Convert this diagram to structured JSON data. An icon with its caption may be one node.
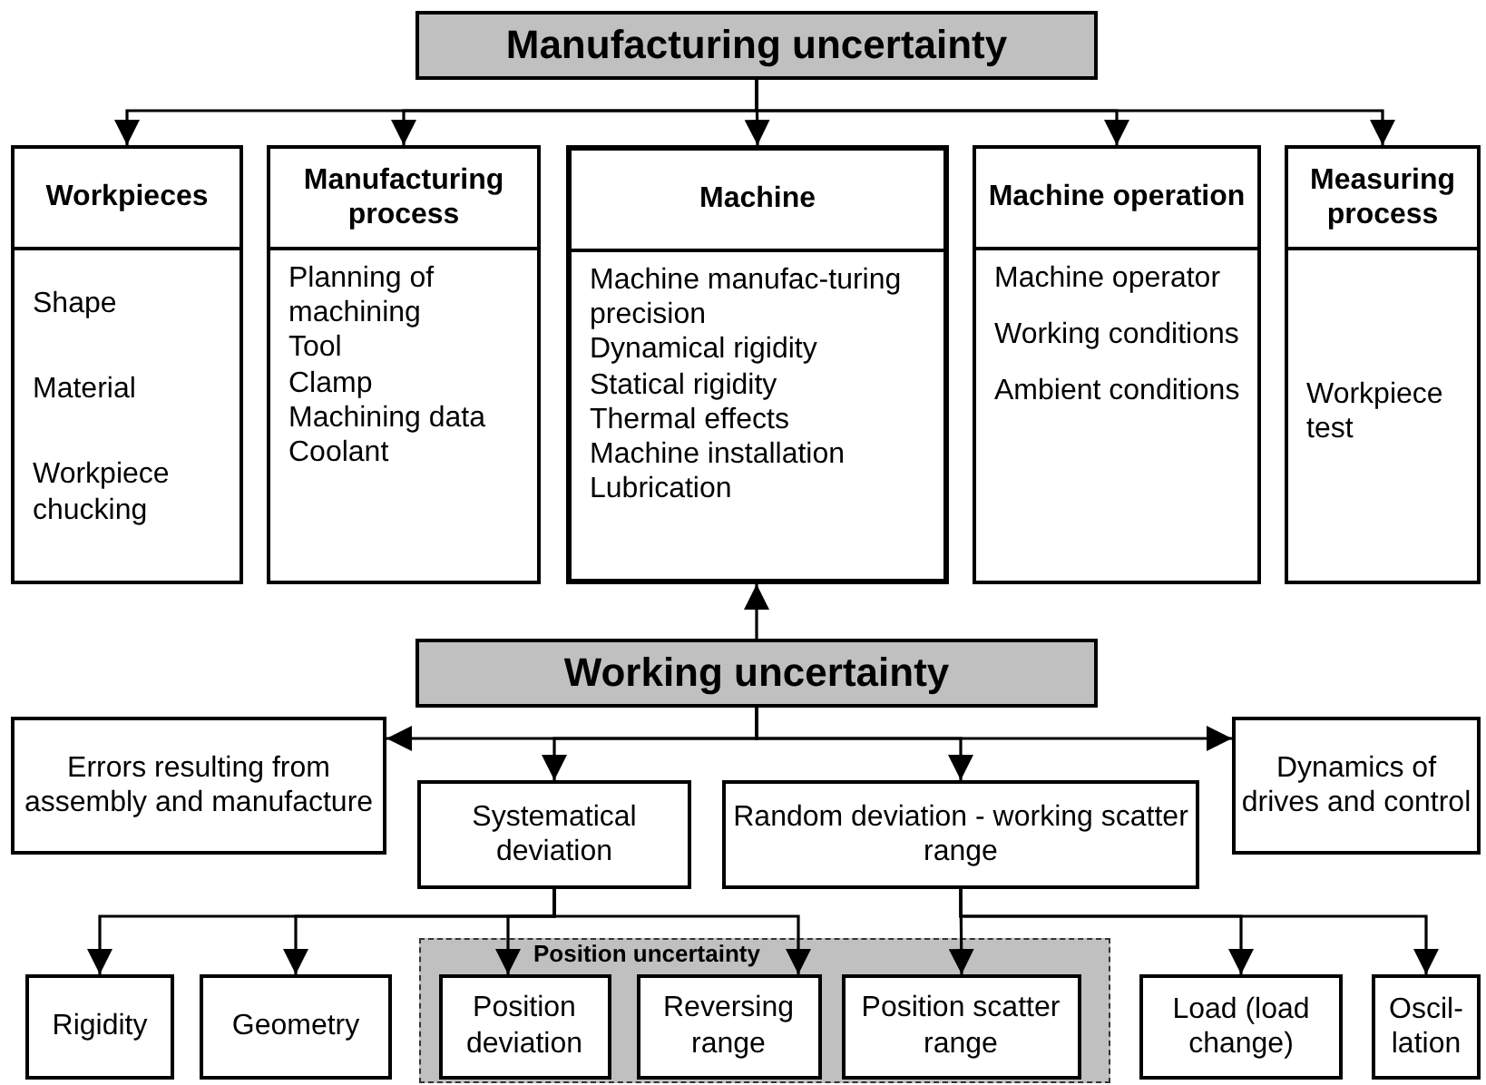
{
  "diagram": {
    "nodes": [
      {
        "text": [
          "Manufacturing uncertainty"
        ]
      },
      {
        "text": [
          "Workpieces",
          "Shape",
          "Material",
          "Workpiece chucking"
        ]
      },
      {
        "text": [
          "Manufacturing process",
          "Planning of machining",
          "Tool",
          "Clamp",
          "Machining data",
          "Coolant"
        ]
      },
      {
        "text": [
          "Machine",
          "Machine manufac-turing precision",
          "Dynamical rigidity",
          "Statical rigidity",
          "Thermal effects",
          "Machine installation",
          "Lubrication"
        ]
      },
      {
        "text": [
          "Machine operation",
          "Machine operator",
          "Working conditions",
          "Ambient conditions"
        ]
      },
      {
        "text": [
          "Measuring process",
          "Workpiece test"
        ]
      },
      {
        "text": [
          "Working uncertainty"
        ]
      },
      {
        "text": [
          "Errors resulting from assembly and manufacture"
        ]
      },
      {
        "text": [
          "Systematical deviation"
        ]
      },
      {
        "text": [
          "Random deviation - working scatter range"
        ]
      },
      {
        "text": [
          "Dynamics of drives and control"
        ]
      },
      {
        "text": [
          "Rigidity"
        ]
      },
      {
        "text": [
          "Geometry"
        ]
      },
      {
        "text": [
          "Position uncertainty"
        ]
      },
      {
        "text": [
          "Position deviation"
        ],
        "in": 13
      },
      {
        "text": [
          "Reversing range"
        ],
        "in": 13
      },
      {
        "text": [
          "Position scatter range"
        ],
        "in": 13
      },
      {
        "text": [
          "Load (load change)"
        ]
      },
      {
        "text": [
          "Oscil-lation"
        ]
      }
    ],
    "edges": [
      {
        "from": 0,
        "to": 1,
        "arrow": "to"
      },
      {
        "from": 0,
        "to": 2,
        "arrow": "to"
      },
      {
        "from": 0,
        "to": 3,
        "arrow": "to"
      },
      {
        "from": 0,
        "to": 4,
        "arrow": "to"
      },
      {
        "from": 0,
        "to": 5,
        "arrow": "to"
      },
      {
        "from": 6,
        "to": 3,
        "arrow": "to"
      },
      {
        "from": 6,
        "to": 7,
        "arrow": "to"
      },
      {
        "from": 6,
        "to": 8,
        "arrow": "to"
      },
      {
        "from": 6,
        "to": 9,
        "arrow": "to"
      },
      {
        "from": 6,
        "to": 10,
        "arrow": "to"
      },
      {
        "from": 8,
        "to": 11,
        "arrow": "to"
      },
      {
        "from": 8,
        "to": 12,
        "arrow": "to"
      },
      {
        "from": 8,
        "to": 14,
        "arrow": "to"
      },
      {
        "from": 8,
        "to": 15,
        "arrow": "to"
      },
      {
        "from": 9,
        "to": 16,
        "arrow": "to"
      },
      {
        "from": 9,
        "to": 17,
        "arrow": "to"
      },
      {
        "from": 9,
        "to": 18,
        "arrow": "to"
      }
    ]
  }
}
